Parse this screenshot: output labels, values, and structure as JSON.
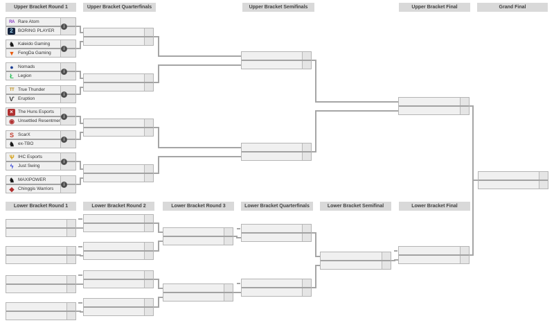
{
  "colors": {
    "box_fill": "#f0f0f0",
    "score_fill": "#e5e5e5",
    "box_border": "#b4b4b4",
    "row_divider": "#a2a2a2",
    "connector_line": "#a5a5a5",
    "header_bg": "#d9d9d9",
    "header_text": "#404040",
    "team_text": "#333333",
    "info_icon_bg": "#4f4f4f"
  },
  "headers": {
    "upper": [
      "Upper Bracket Round 1",
      "Upper Bracket Quarterfinals",
      "Upper Bracket Semifinals",
      "Upper Bracket Final",
      "Grand Final"
    ],
    "lower": [
      "Lower Bracket Round 1",
      "Lower Bracket Round 2",
      "Lower Bracket Round 3",
      "Lower Bracket Quarterfinals",
      "Lower Bracket Semifinal",
      "Lower Bracket Final"
    ]
  },
  "info_icon": "i",
  "upper_round1": [
    {
      "team1": {
        "name": "Rare Atom",
        "logo_glyph": "RA",
        "logo_color": "#8a3fc6"
      },
      "team2": {
        "name": "BORING PLAYER",
        "logo_glyph": "2",
        "logo_color": "#9fd7f0",
        "logo_bg": "#16253f"
      }
    },
    {
      "team1": {
        "name": "Kaleido Gaming",
        "logo_glyph": "♞",
        "logo_color": "#1a1a1a"
      },
      "team2": {
        "name": "FengDa Gaming",
        "logo_glyph": "▼",
        "logo_color": "#e8590c"
      }
    },
    {
      "team1": {
        "name": "Nomads",
        "logo_glyph": "●",
        "logo_color": "#1c3f94"
      },
      "team2": {
        "name": "Legion",
        "logo_glyph": "Ł",
        "logo_color": "#2ebd59"
      }
    },
    {
      "team1": {
        "name": "True Thunder",
        "logo_glyph": "TT",
        "logo_color": "#b8860b"
      },
      "team2": {
        "name": "Eruption",
        "logo_glyph": "Ѵ",
        "logo_color": "#3a3a3a"
      }
    },
    {
      "team1": {
        "name": "The Huns Esports",
        "logo_glyph": "×",
        "logo_color": "#ffffff",
        "logo_bg": "#b03030"
      },
      "team2": {
        "name": "Unsettled Resentment",
        "logo_glyph": "◉",
        "logo_color": "#b03030"
      }
    },
    {
      "team1": {
        "name": "ScarX",
        "logo_glyph": "S",
        "logo_color": "#c23b2e"
      },
      "team2": {
        "name": "ex-TBO",
        "logo_glyph": "♞",
        "logo_color": "#1a1a1a"
      }
    },
    {
      "team1": {
        "name": "IHC Esports",
        "logo_glyph": "Ѱ",
        "logo_color": "#d4a017"
      },
      "team2": {
        "name": "Just Swing",
        "logo_glyph": "ϟ",
        "logo_color": "#2f3fd3"
      }
    },
    {
      "team1": {
        "name": "MAXIPOWER",
        "logo_glyph": "♞",
        "logo_color": "#1a1a1a"
      },
      "team2": {
        "name": "Chinggis Warriors",
        "logo_glyph": "◆",
        "logo_color": "#b03030"
      }
    }
  ]
}
